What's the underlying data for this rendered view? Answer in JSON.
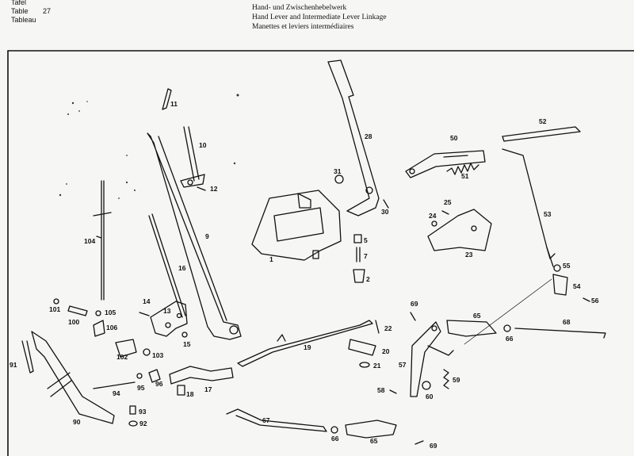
{
  "header_left": {
    "line1": "Tafel",
    "line2_label": "Table",
    "line2_number": "27",
    "line3": "Tableau"
  },
  "header_right": {
    "de": "Hand- und Zwischenhebelwerk",
    "en": "Hand Lever and Intermediate Lever Linkage",
    "fr": "Manettes et leviers intermédiaires"
  },
  "parts": [
    "1",
    "2",
    "5",
    "7",
    "9",
    "10",
    "11",
    "12",
    "13",
    "14",
    "15",
    "16",
    "17",
    "18",
    "19",
    "20",
    "21",
    "22",
    "23",
    "24",
    "25",
    "28",
    "30",
    "31",
    "50",
    "51",
    "52",
    "53",
    "54",
    "55",
    "56",
    "57",
    "58",
    "59",
    "60",
    "65",
    "65",
    "66",
    "66",
    "67",
    "68",
    "69",
    "69",
    "90",
    "91",
    "92",
    "93",
    "94",
    "95",
    "96",
    "100",
    "101",
    "102",
    "103",
    "104",
    "105",
    "106"
  ],
  "colors": {
    "ink": "#111111",
    "paper": "#f6f6f4"
  }
}
